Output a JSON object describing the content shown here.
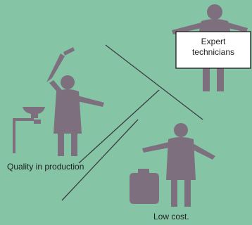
{
  "labels": {
    "quality": "Quality in production",
    "expert_line1": "Expert",
    "expert_line2": "technicians",
    "low_cost": "Low cost."
  },
  "colors": {
    "background": "#86c4a6",
    "figure": "#7d6f7d",
    "line": "#3b3f45",
    "sign": "#ffffff"
  },
  "icons": [
    "worker-with-hammer-icon",
    "anvil-icon",
    "expert-technician-icon",
    "worker-low-cost-icon",
    "weight-bag-icon"
  ]
}
